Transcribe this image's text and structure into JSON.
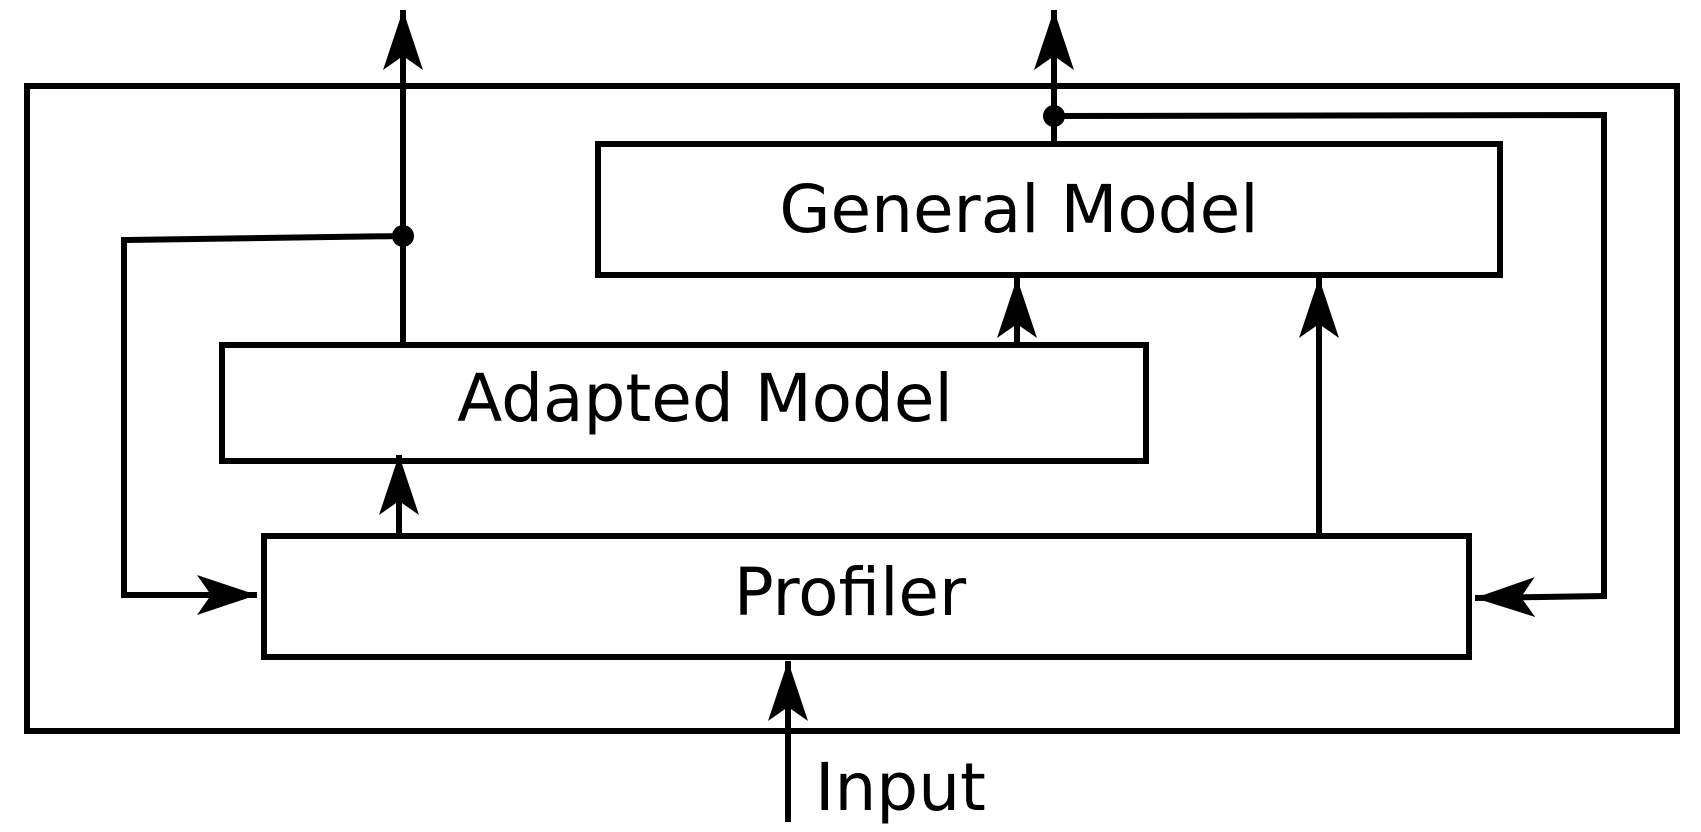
{
  "diagram": {
    "blocks": {
      "general_model": "General Model",
      "adapted_model": "Adapted Model",
      "profiler": "Profiler"
    },
    "input_label": "Input"
  }
}
